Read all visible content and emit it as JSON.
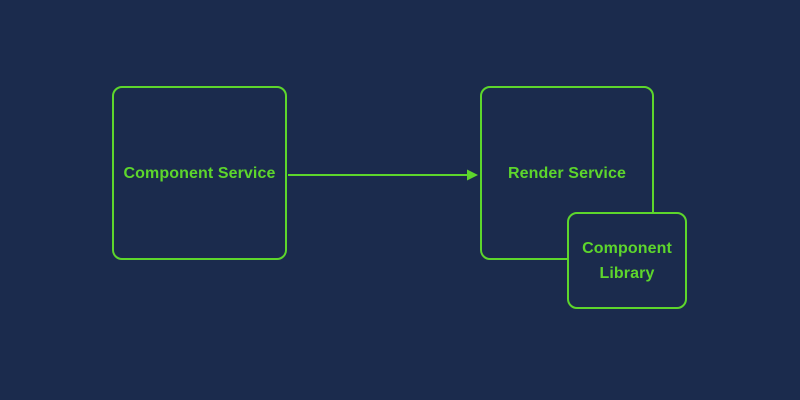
{
  "colors": {
    "bg": "#1b2b4d",
    "accent": "#5dd62c"
  },
  "diagram": {
    "nodes": {
      "component_service": {
        "label": "Component Service"
      },
      "render_service": {
        "label": "Render Service"
      },
      "component_library": {
        "label": "Component Library"
      }
    },
    "edges": [
      {
        "from": "Component Service",
        "to": "Render Service",
        "type": "arrow"
      }
    ]
  }
}
